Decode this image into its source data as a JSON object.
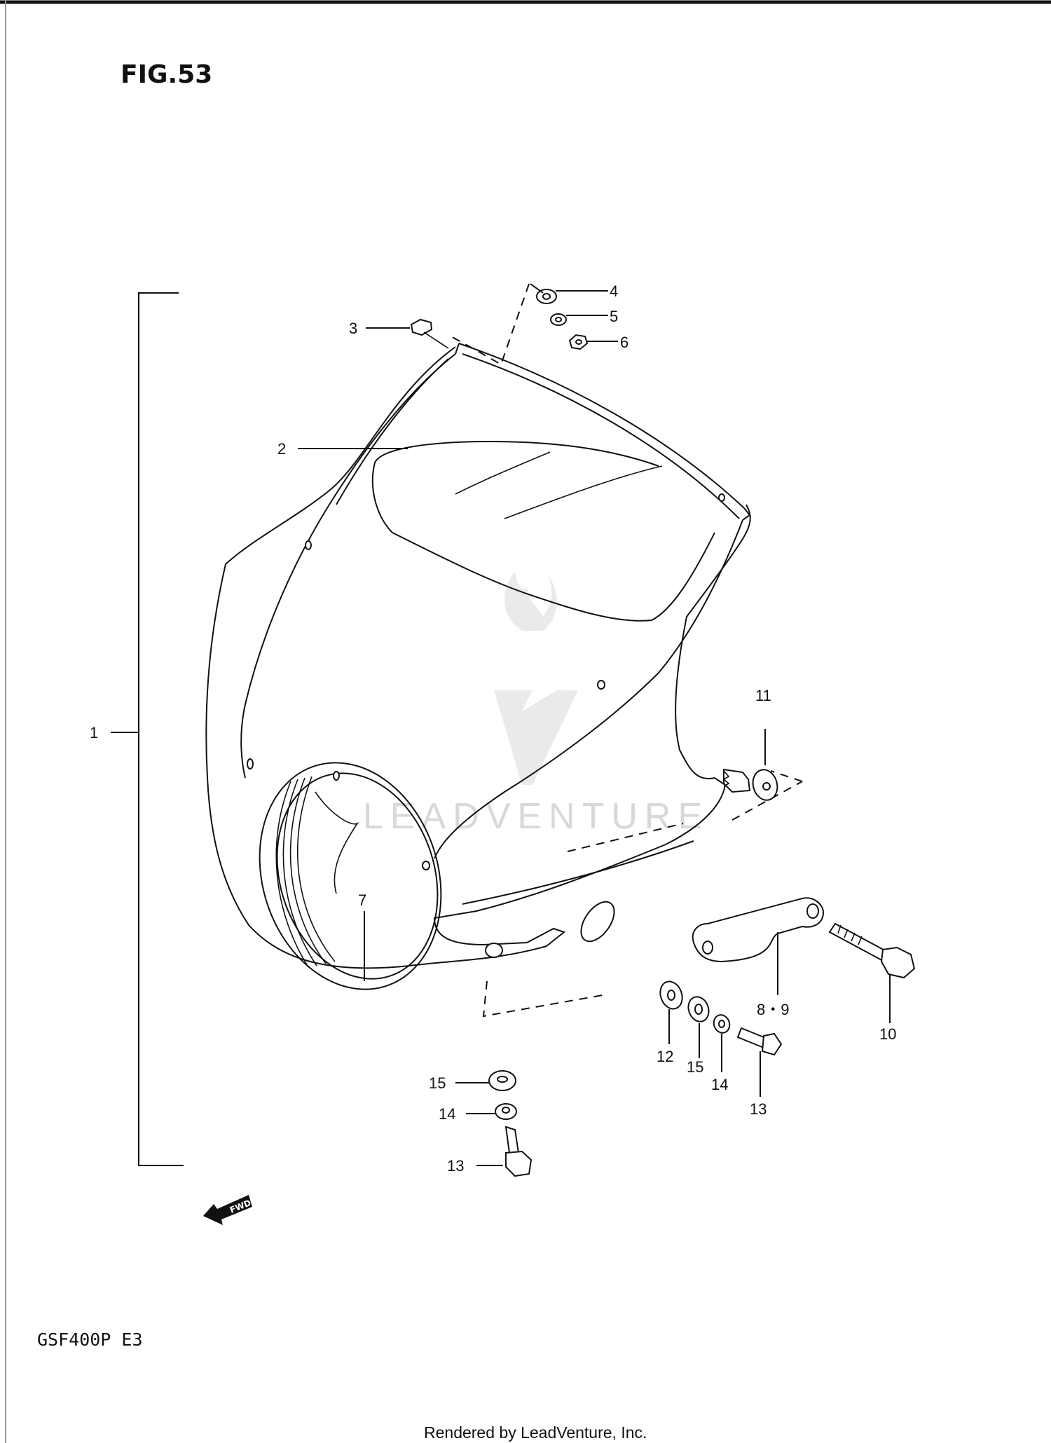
{
  "figure": {
    "title": "FIG.53",
    "model_code": "GSF400P  E3",
    "credit": "Rendered by LeadVenture, Inc.",
    "watermark": "LEADVENTURE",
    "fwd_label": "FWD"
  },
  "callouts": {
    "c1": "1",
    "c2": "2",
    "c3": "3",
    "c4": "4",
    "c5": "5",
    "c6": "6",
    "c7": "7",
    "c89": "8・9",
    "c10": "10",
    "c11": "11",
    "c12": "12",
    "c13a": "13",
    "c13b": "13",
    "c14a": "14",
    "c14b": "14",
    "c15a": "15",
    "c15b": "15"
  },
  "colors": {
    "ink": "#111111",
    "paper": "#ffffff",
    "watermark": "#d8d8d8"
  }
}
